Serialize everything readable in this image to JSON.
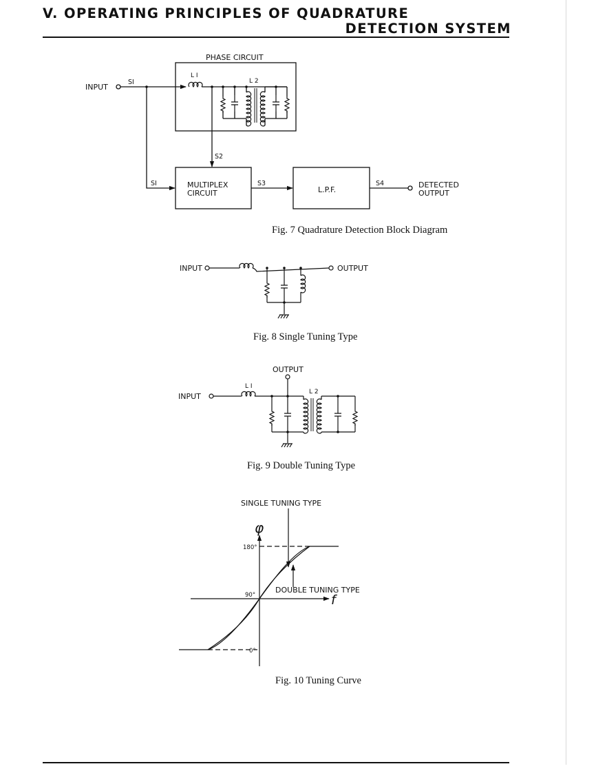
{
  "header": {
    "title_line1": "V.  OPERATING PRINCIPLES OF QUADRATURE",
    "title_line2": "DETECTION SYSTEM"
  },
  "fig7": {
    "caption": "Fig. 7  Quadrature Detection Block Diagram",
    "phase_circuit": "PHASE CIRCUIT",
    "input": "INPUT",
    "s1": "SI",
    "s2": "S2",
    "s3": "S3",
    "s4": "S4",
    "l1": "L I",
    "l2": "L 2",
    "multiplex_1": "MULTIPLEX",
    "multiplex_2": "CIRCUIT",
    "lpf": "L.P.F.",
    "detected_1": "DETECTED",
    "detected_2": "OUTPUT"
  },
  "fig8": {
    "caption": "Fig. 8  Single Tuning Type",
    "input": "INPUT",
    "output": "OUTPUT"
  },
  "fig9": {
    "caption": "Fig. 9  Double Tuning Type",
    "input": "INPUT",
    "output": "OUTPUT",
    "l1": "L I",
    "l2": "L 2"
  },
  "fig10": {
    "caption": "Fig. 10  Tuning Curve",
    "single": "SINGLE  TUNING  TYPE",
    "double": "DOUBLE  TUNING  TYPE",
    "phi": "φ",
    "f": "f",
    "deg180": "180°",
    "deg90": "90°",
    "deg0": "0°"
  }
}
